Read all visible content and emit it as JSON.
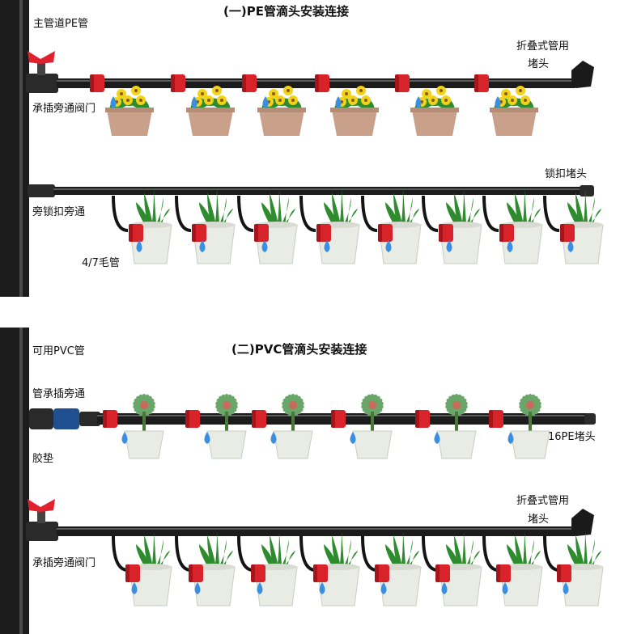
{
  "section1": {
    "title": "(一)PE管滴头安装连接",
    "labels": {
      "main_pipe": "主管道PE管",
      "fold_cap_line1": "折叠式管用",
      "fold_cap_line2": "堵头",
      "bypass_valve": "承插旁通阀门",
      "lock_cap": "锁扣堵头",
      "lock_bypass": "旁锁扣旁通",
      "capillary": "4/7毛管"
    }
  },
  "section2": {
    "title": "(二)PVC管滴头安装连接",
    "labels": {
      "pvc_pipe": "可用PVC管",
      "socket_bypass": "管承插旁通",
      "gasket": "胶垫",
      "pe_cap": "16PE堵头",
      "fold_cap_line1": "折叠式管用",
      "fold_cap_line2": "堵头",
      "bypass_valve": "承插旁通阀门"
    }
  },
  "colors": {
    "pipe": "#1c1c1c",
    "dripper": "#d8232a",
    "valve_handle": "#e0222f",
    "water": "#3a8fe0",
    "pot_terracotta": "#c9a089",
    "pot_white": "#e9ece4",
    "leaf": "#2e8b2e",
    "flower": "#f2d31b",
    "connector_blue": "#1f4f8f"
  },
  "icons": [
    "ball-valve-icon",
    "fold-end-cap-icon",
    "dripper-icon",
    "water-drop-icon",
    "potted-flower-icon",
    "potted-snake-plant-icon",
    "potted-succulent-icon",
    "lock-end-cap-icon",
    "pvc-bypass-connector-icon",
    "pe-end-cap-icon"
  ]
}
